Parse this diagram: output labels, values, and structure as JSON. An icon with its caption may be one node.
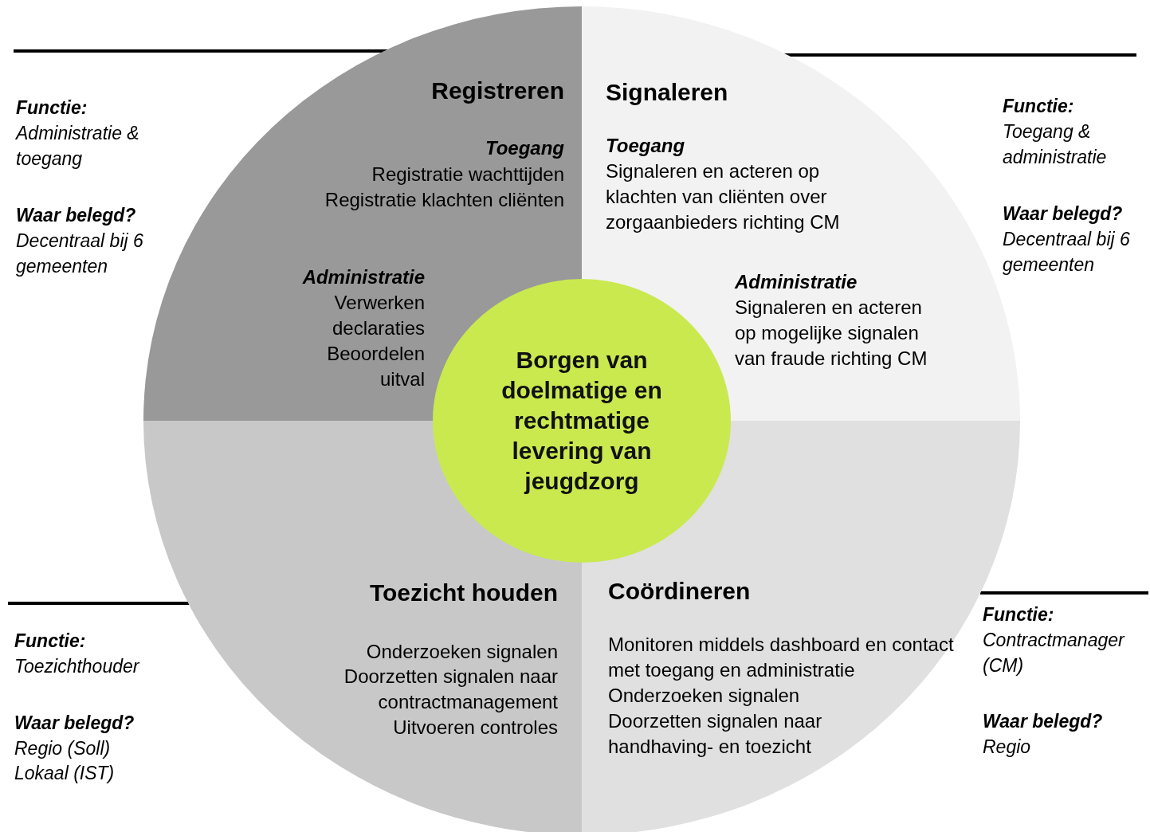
{
  "diagram": {
    "nodes": [
      {
        "text": [
          "Borgen van doelmatige en rechtmatige levering van jeugdzorg"
        ]
      },
      {
        "text": [
          "Registreren",
          "Toegang",
          "Registratie wachttijden",
          "Registratie klachten cliënten",
          "Administratie",
          "Verwerken declaraties",
          "Beoordelen uitval"
        ]
      },
      {
        "text": [
          "Signaleren",
          "Toegang",
          "Signaleren en acteren op klachten van cliënten over zorgaanbieders richting CM",
          "Administratie",
          "Signaleren en acteren op mogelijke signalen van fraude richting CM"
        ]
      },
      {
        "text": [
          "Toezicht houden",
          "Onderzoeken signalen",
          "Doorzetten signalen naar contractmanagement",
          "Uitvoeren controles"
        ]
      },
      {
        "text": [
          "Coördineren",
          "Monitoren middels dashboard en contact met toegang en administratie",
          "Onderzoeken signalen",
          "Doorzetten signalen naar handhaving- en toezicht"
        ]
      }
    ],
    "labels": [
      "Functie:",
      "Administratie & toegang",
      "Waar belegd?",
      "Decentraal bij 6 gemeenten",
      "Functie:",
      "Toegang & administratie",
      "Waar belegd?",
      "Decentraal bij 6 gemeenten",
      "Functie:",
      "Toezichthouder",
      "Waar belegd?",
      "Regio (Soll)",
      "Lokaal (IST)",
      "Functie:",
      "Contractmanager (CM)",
      "Waar belegd?",
      "Regio"
    ]
  }
}
